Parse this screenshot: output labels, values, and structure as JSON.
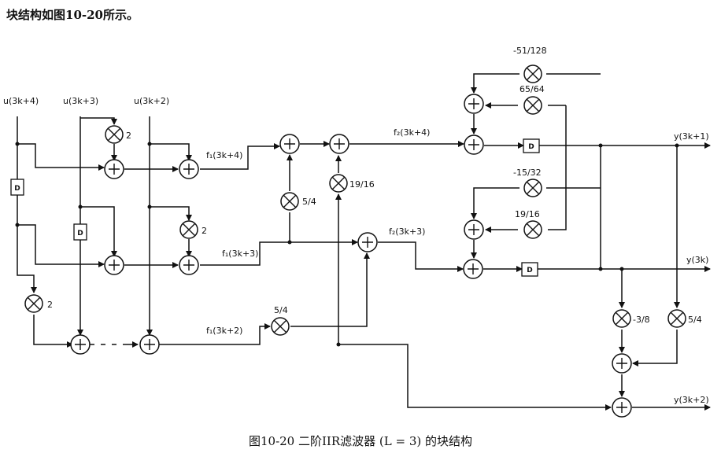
{
  "heading": "块结构如图10-20所示。",
  "caption": "图10-20  二阶IIR滤波器 (L = 3) 的块结构",
  "inputs": [
    "u(3k+4)",
    "u(3k+3)",
    "u(3k+2)"
  ],
  "outputs": [
    "y(3k+1)",
    "y(3k)",
    "y(3k+2)"
  ],
  "signals": {
    "f1_3k4": "f₁(3k+4)",
    "f1_3k3": "f₁(3k+3)",
    "f1_3k2": "f₁(3k+2)",
    "f2_3k4": "f₂(3k+4)",
    "f2_3k3": "f₂(3k+3)"
  },
  "coefficients": {
    "c_2_a": "2",
    "c_2_b": "2",
    "c_2_c": "2",
    "c_5_4_a": "5/4",
    "c_19_16_a": "19/16",
    "c_5_4_b": "5/4",
    "c_m51_128": "-51/128",
    "c_65_64": "65/64",
    "c_m15_32": "-15/32",
    "c_19_16_b": "19/16",
    "c_m3_8": "-3/8",
    "c_5_4_c": "5/4"
  },
  "delay_label": "D"
}
